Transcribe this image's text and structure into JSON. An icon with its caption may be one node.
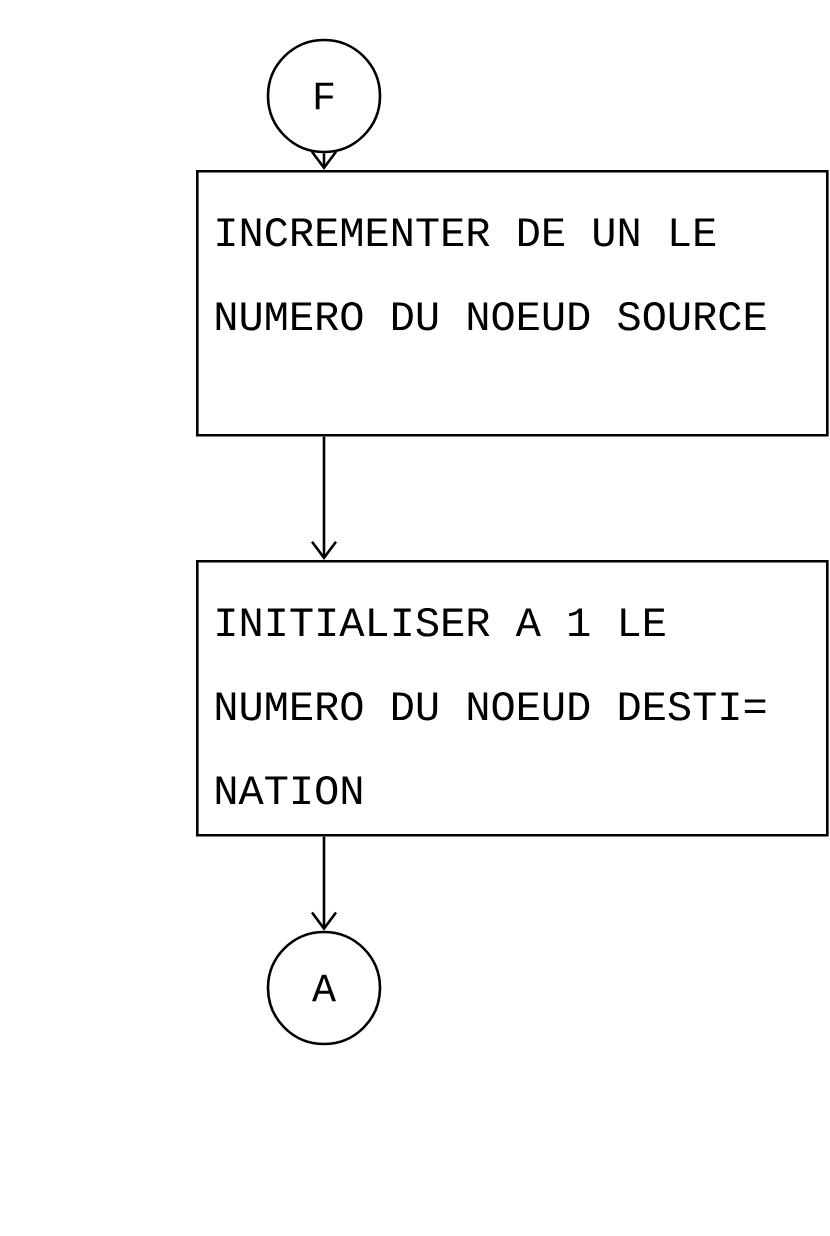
{
  "diagram": {
    "nodes": [
      {
        "text": [
          "F"
        ]
      },
      {
        "text": [
          "INCREMENTER DE UN LE NUMERO DU NOEUD SOURCE"
        ]
      },
      {
        "text": [
          "INITIALISER A 1 LE NUMERO DU NOEUD DESTI= NATION"
        ]
      },
      {
        "text": [
          "A"
        ]
      }
    ],
    "edges": [
      {
        "from": 0,
        "to": 1,
        "arrow": "to"
      },
      {
        "from": 1,
        "to": 2,
        "arrow": "to"
      },
      {
        "from": 2,
        "to": 3,
        "arrow": "to"
      }
    ]
  }
}
